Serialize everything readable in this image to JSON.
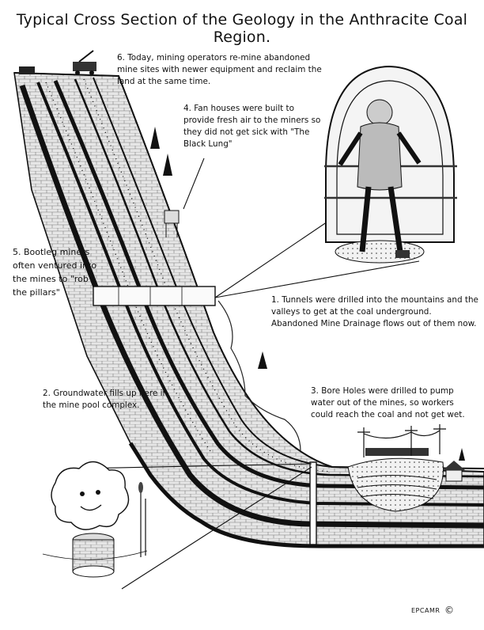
{
  "title": "Typical Cross Section of the Geology in the Anthracite Coal Region.",
  "notes": {
    "n6": "6.  Today, mining operators re-mine abandoned mine sites with newer equipment and reclaim the land at the same time.",
    "n4": "4.  Fan houses were built to provide fresh air to the miners so they did not get sick with \"The Black Lung\"",
    "n5": "5. Bootleg miners often ventured into the mines to \"rob the pillars\"",
    "n1": "1.  Tunnels were drilled into the mountains and the valleys to get at the coal underground.  Abandoned Mine Drainage flows out of them now.",
    "n2": "2. Groundwater fills up here in the mine pool complex.",
    "n3": "3.  Bore Holes were drilled to pump water out of the mines, so workers could reach the coal and not get wet."
  },
  "credit": "EPCAMR",
  "copyright": "©"
}
